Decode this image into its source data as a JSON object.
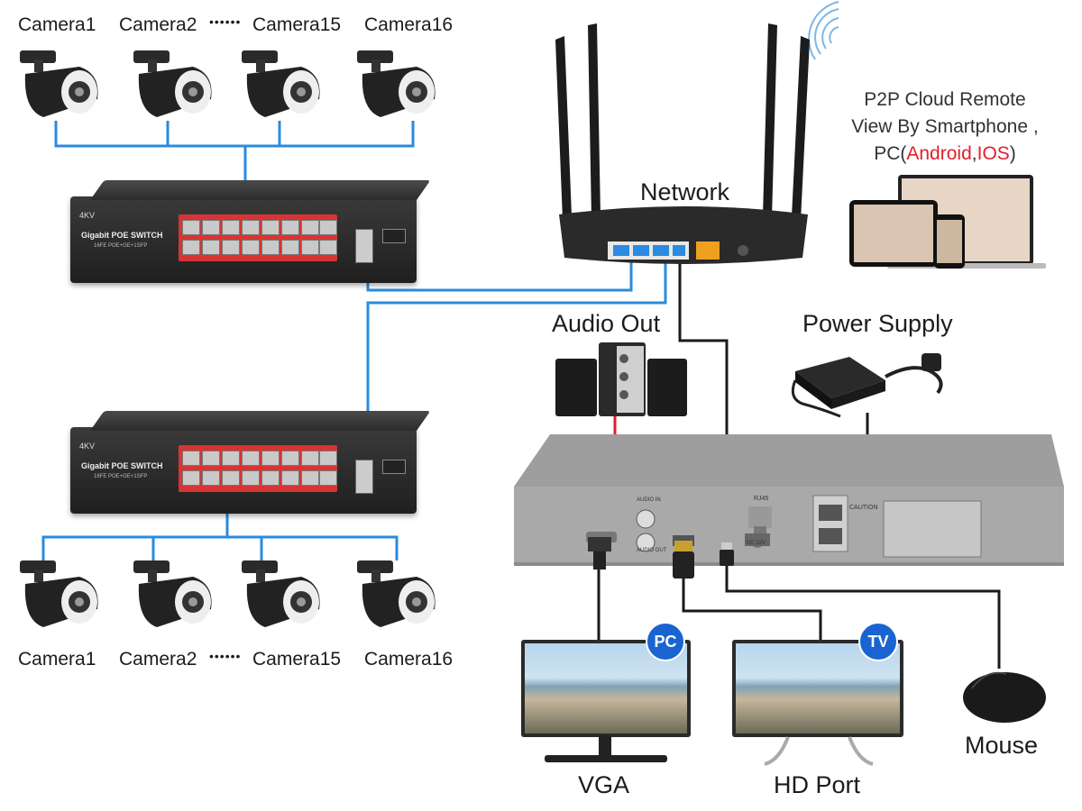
{
  "top_cameras": [
    "Camera1",
    "Camera2",
    "Camera15",
    "Camera16"
  ],
  "bottom_cameras": [
    "Camera1",
    "Camera2",
    "Camera15",
    "Camera16"
  ],
  "ellipsis": "••••••",
  "switch": {
    "brand": "4KV",
    "name": "Gigabit POE SWITCH",
    "spec": "16FE POE+GE+1SFP"
  },
  "network_label": "Network",
  "p2p": {
    "line1": "P2P Cloud Remote",
    "line2": "View By Smartphone ,",
    "line3_prefix": "PC(",
    "android": "Android",
    "comma": ",",
    "ios": "IOS",
    "line3_suffix": ")"
  },
  "audio_label": "Audio Out",
  "power_label": "Power Supply",
  "nvr": {
    "rj45": "RJ45",
    "audio_in": "AUDIO IN",
    "audio_out": "AUDIO OUT",
    "dc": "DC 12V",
    "caution": "CAUTION"
  },
  "pc_badge": "PC",
  "tv_badge": "TV",
  "vga_label": "VGA",
  "hd_label": "HD Port",
  "mouse_label": "Mouse",
  "colors": {
    "cable_blue": "#2a8be0",
    "audio_red": "#e0202a",
    "cable_black": "#1a1a1a",
    "port_red": "#d83434",
    "badge_blue": "#1a64d2"
  }
}
